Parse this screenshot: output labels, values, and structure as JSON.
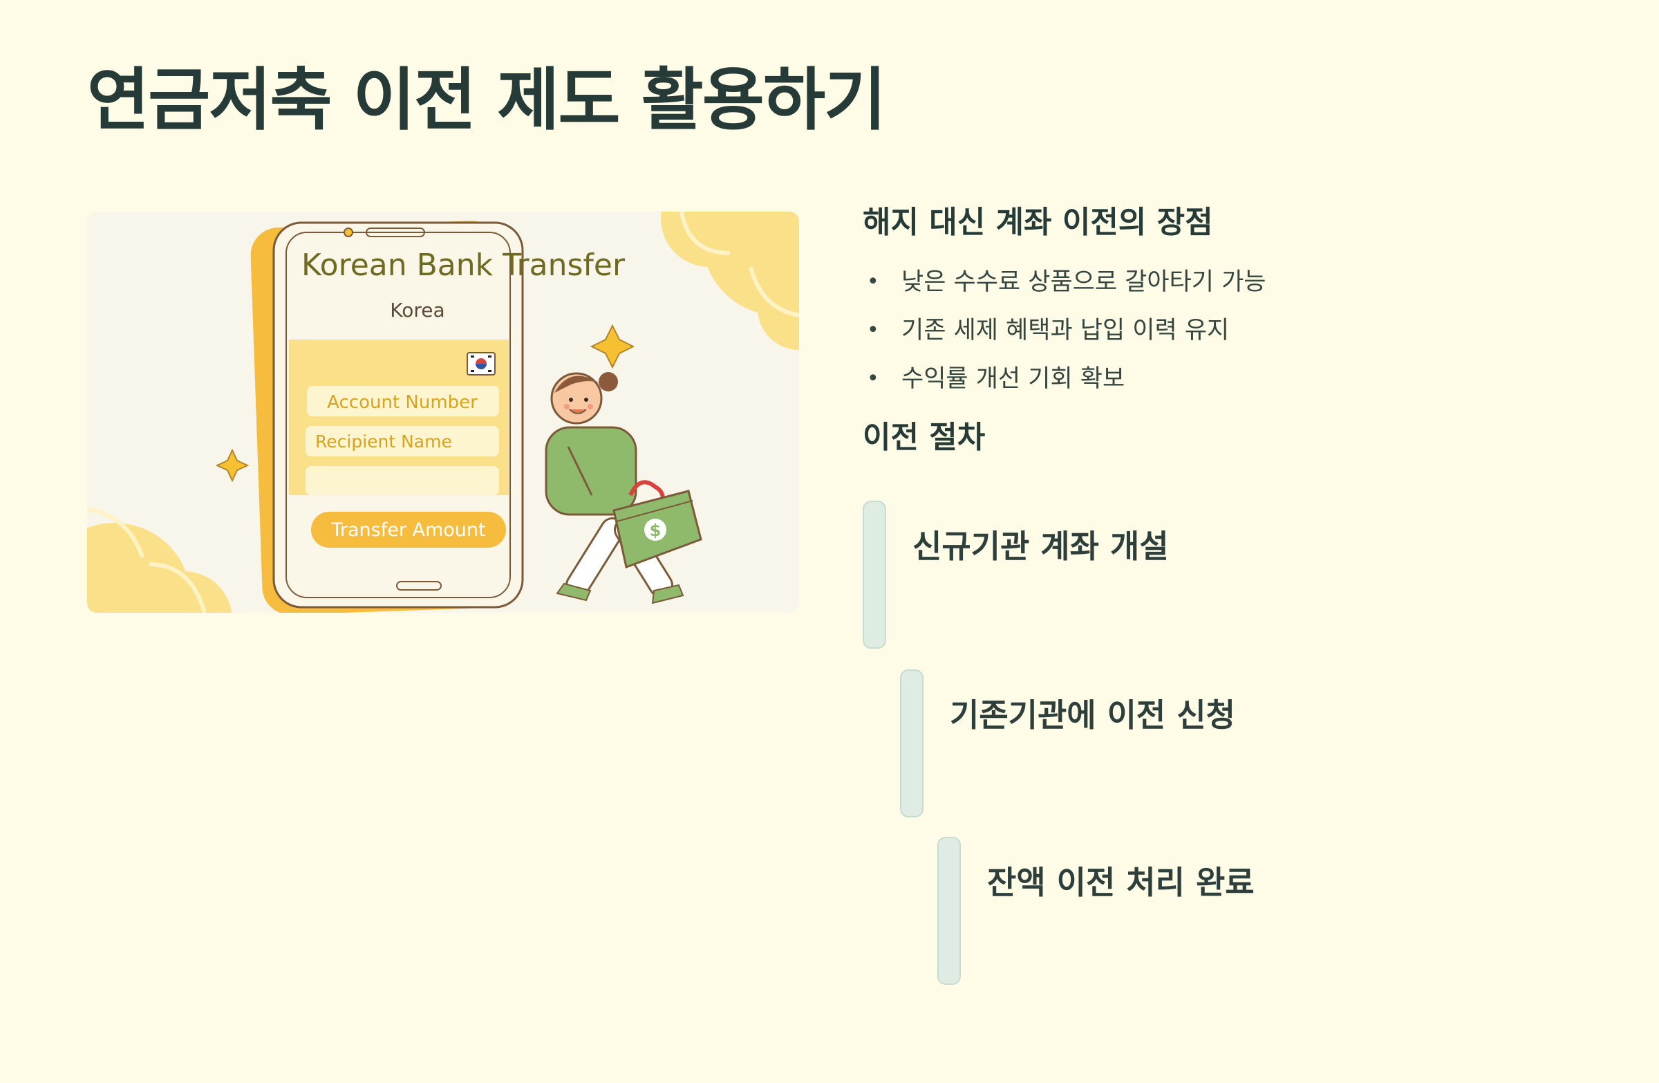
{
  "page": {
    "title": "연금저축 이전 제도 활용하기"
  },
  "illustration": {
    "heading": "Korean Bank Transfer",
    "subheading": "Korea",
    "account_field": "Account Number",
    "recipient_field": "Recipient Name",
    "amount_button": "Transfer Amount",
    "bag_symbol": "$"
  },
  "benefits": {
    "heading": "해지 대신 계좌 이전의 장점",
    "bullet": "•",
    "items": [
      "낮은 수수료 상품으로 갈아타기 가능",
      "기존 세제 혜택과 납입 이력 유지",
      "수익률 개선 기회 확보"
    ]
  },
  "procedure": {
    "heading": "이전 절차",
    "steps": [
      "신규기관 계좌 개설",
      "기존기관에 이전 신청",
      "잔액 이전 처리 완료"
    ]
  },
  "colors": {
    "background": "#fefce6",
    "text": "#263b38",
    "step_bar": "#deece4",
    "accent_yellow": "#fbe08a",
    "accent_green": "#8fba6b"
  }
}
